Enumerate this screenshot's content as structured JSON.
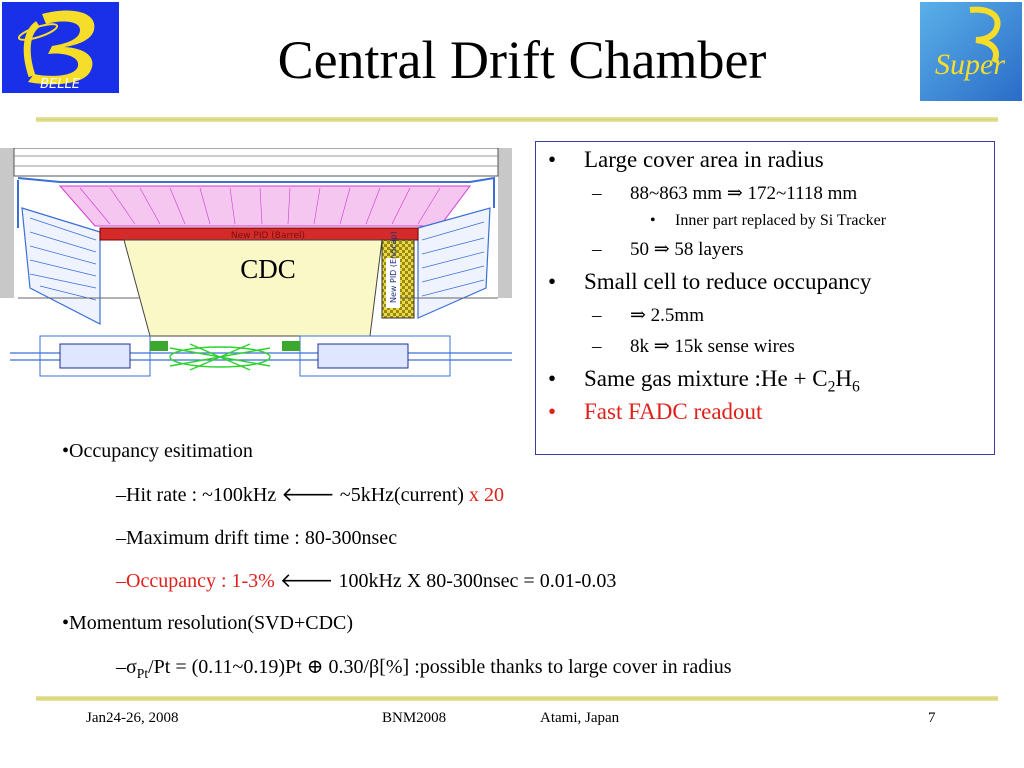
{
  "title": "Central Drift Chamber",
  "logos": {
    "left": "BELLE",
    "right": "Super"
  },
  "colors": {
    "accent_red": "#e0201b",
    "box_border": "#3b3ba8",
    "rule": "#d9d477"
  },
  "diagram": {
    "label_cdc": "CDC",
    "label_pid_barrel": "New PID (Barrel)",
    "label_pid_endcap": "New PID (Endcap)"
  },
  "box": {
    "b1": "Large cover area in radius",
    "b1_s1": "88~863 mm  ⇒ 172~1118 mm",
    "b1_s1_s1": "Inner part replaced by Si Tracker",
    "b1_s2": "50 ⇒  58 layers",
    "b2": "Small cell to reduce occupancy",
    "b2_s1": "⇒ 2.5mm",
    "b2_s2": "8k  ⇒  15k sense wires",
    "b3_pre": "Same gas mixture :He + C",
    "b3_sub1": "2",
    "b3_mid": "H",
    "b3_sub2": "6",
    "b4": "Fast FADC readout",
    "bullet": "•",
    "dash": "–"
  },
  "body": {
    "occ_title": "•Occupancy esitimation",
    "hit_rate_pre": "–Hit rate : ~100kHz  ",
    "arrow": "🡐",
    "hit_rate_post": " ~5kHz(current) ",
    "hit_rate_red": "x 20",
    "drift": "–Maximum drift time : 80-300nsec",
    "occ_red": "–Occupancy : 1-3%",
    "occ_post": " 100kHz X 80-300nsec = 0.01-0.03",
    "mom_title": "•Momentum resolution(SVD+CDC)",
    "mom_pre": "–σ",
    "mom_sub": "Pt",
    "mom_post": "/Pt = (0.11~0.19)Pt ⊕ 0.30/β[%] :possible thanks to large cover in radius"
  },
  "footer": {
    "date": "Jan24-26, 2008",
    "conf": "BNM2008",
    "place": "Atami, Japan",
    "page": "7"
  }
}
